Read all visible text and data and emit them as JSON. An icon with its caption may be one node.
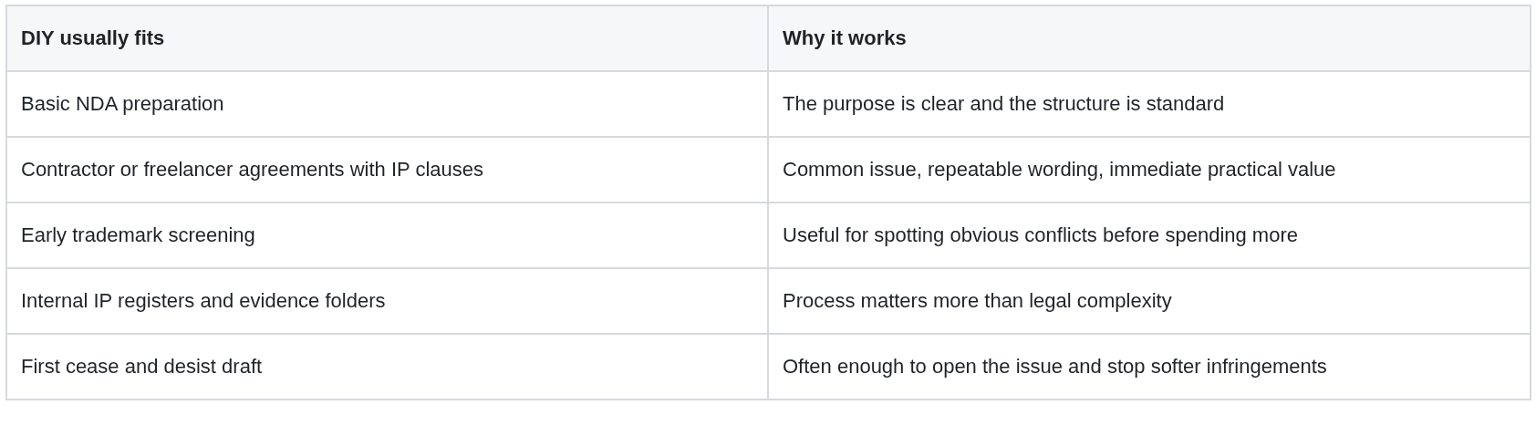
{
  "diagram": {
    "labels": [
      "DIY usually fits",
      "Why it works",
      "Basic NDA preparation",
      "The purpose is clear and the structure is standard",
      "Contractor or freelancer agreements with IP clauses",
      "Common issue, repeatable wording, immediate practical value",
      "Early trademark screening",
      "Useful for spotting obvious conflicts before spending more",
      "Internal IP registers and evidence folders",
      "Process matters more than legal complexity",
      "First cease and desist draft",
      "Often enough to open the issue and stop softer infringements"
    ]
  }
}
